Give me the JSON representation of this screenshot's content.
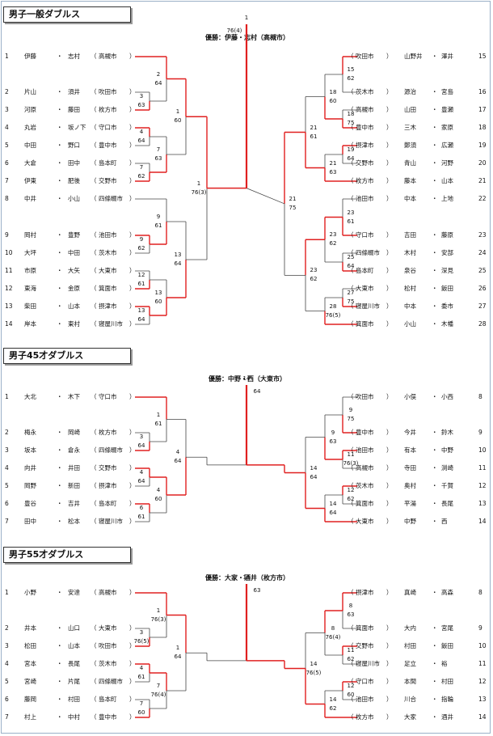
{
  "sections": [
    {
      "title": "男子一般ダブルス",
      "champion": "優勝：伊藤・志村（高槻市）",
      "left": [
        {
          "no": "1",
          "p1": "伊藤",
          "p2": "志村",
          "club": "高槻市"
        },
        {
          "no": "2",
          "p1": "片山",
          "p2": "須井",
          "club": "吹田市"
        },
        {
          "no": "3",
          "p1": "河原",
          "p2": "藤田",
          "club": "枚方市"
        },
        {
          "no": "4",
          "p1": "丸岩",
          "p2": "坂ノ下",
          "club": "守口市"
        },
        {
          "no": "5",
          "p1": "中田",
          "p2": "野口",
          "club": "豊中市"
        },
        {
          "no": "6",
          "p1": "大倉",
          "p2": "田中",
          "club": "島本町"
        },
        {
          "no": "7",
          "p1": "伊東",
          "p2": "肥後",
          "club": "交野市"
        },
        {
          "no": "8",
          "p1": "中井",
          "p2": "小山",
          "club": "四條畷市"
        },
        {
          "no": "9",
          "p1": "岡村",
          "p2": "豊野",
          "club": "池田市"
        },
        {
          "no": "10",
          "p1": "大坪",
          "p2": "中田",
          "club": "茨木市"
        },
        {
          "no": "11",
          "p1": "市原",
          "p2": "大矢",
          "club": "大東市"
        },
        {
          "no": "12",
          "p1": "東海",
          "p2": "金原",
          "club": "箕面市"
        },
        {
          "no": "13",
          "p1": "柴田",
          "p2": "山本",
          "club": "摂津市"
        },
        {
          "no": "14",
          "p1": "岸本",
          "p2": "東村",
          "club": "寝屋川市"
        }
      ],
      "right": [
        {
          "no": "15",
          "p1": "山野井",
          "p2": "澤井",
          "club": "吹田市"
        },
        {
          "no": "16",
          "p1": "源治",
          "p2": "宮島",
          "club": "茨木市"
        },
        {
          "no": "17",
          "p1": "山田",
          "p2": "豊瀬",
          "club": "高槻市"
        },
        {
          "no": "18",
          "p1": "三木",
          "p2": "家原",
          "club": "豊中市"
        },
        {
          "no": "19",
          "p1": "鄭須",
          "p2": "広瀬",
          "club": "摂津市"
        },
        {
          "no": "20",
          "p1": "青山",
          "p2": "河野",
          "club": "交野市"
        },
        {
          "no": "21",
          "p1": "藤本",
          "p2": "山本",
          "club": "枚方市"
        },
        {
          "no": "22",
          "p1": "中本",
          "p2": "上地",
          "club": "池田市"
        },
        {
          "no": "23",
          "p1": "吉田",
          "p2": "藤原",
          "club": "守口市"
        },
        {
          "no": "24",
          "p1": "木村",
          "p2": "安部",
          "club": "四條畷市"
        },
        {
          "no": "25",
          "p1": "泉谷",
          "p2": "深見",
          "club": "島本町"
        },
        {
          "no": "26",
          "p1": "松村",
          "p2": "飯田",
          "club": "大東市"
        },
        {
          "no": "27",
          "p1": "中本",
          "p2": "委市",
          "club": "寝屋川市"
        },
        {
          "no": "28",
          "p1": "小山",
          "p2": "木幡",
          "club": "箕面市"
        }
      ],
      "matches": [
        {
          "w": "3",
          "s": "63"
        },
        {
          "w": "4",
          "s": "64"
        },
        {
          "w": "7",
          "s": "62"
        },
        {
          "w": "2",
          "s": "64"
        },
        {
          "w": "7",
          "s": "63"
        },
        {
          "w": "1",
          "s": "60"
        },
        {
          "w": "9",
          "s": "62"
        },
        {
          "w": "12",
          "s": "61"
        },
        {
          "w": "13",
          "s": "64"
        },
        {
          "w": "9",
          "s": "61"
        },
        {
          "w": "13",
          "s": "60"
        },
        {
          "w": "13",
          "s": "64"
        },
        {
          "w": "1",
          "s": "76(3)"
        },
        {
          "w": "15",
          "s": "62"
        },
        {
          "w": "18",
          "s": "75"
        },
        {
          "w": "19",
          "s": "64"
        },
        {
          "w": "18",
          "s": "60"
        },
        {
          "w": "21",
          "s": "63"
        },
        {
          "w": "21",
          "s": "61"
        },
        {
          "w": "23",
          "s": "61"
        },
        {
          "w": "25",
          "s": "64"
        },
        {
          "w": "27",
          "s": "75"
        },
        {
          "w": "23",
          "s": "62"
        },
        {
          "w": "28",
          "s": "76(5)"
        },
        {
          "w": "23",
          "s": "62"
        },
        {
          "w": "21",
          "s": "75"
        },
        {
          "w": "1",
          "s": "76(4)"
        }
      ]
    },
    {
      "title": "男子45才ダブルス",
      "champion": "優勝：中野・西（大東市）",
      "left": [
        {
          "no": "1",
          "p1": "大北",
          "p2": "木下",
          "club": "守口市"
        },
        {
          "no": "2",
          "p1": "梅永",
          "p2": "岡崎",
          "club": "枚方市"
        },
        {
          "no": "3",
          "p1": "坂本",
          "p2": "倉永",
          "club": "四條畷市"
        },
        {
          "no": "4",
          "p1": "向井",
          "p2": "井田",
          "club": "交野市"
        },
        {
          "no": "5",
          "p1": "岡野",
          "p2": "新田",
          "club": "摂津市"
        },
        {
          "no": "6",
          "p1": "豊谷",
          "p2": "吉井",
          "club": "島本町"
        },
        {
          "no": "7",
          "p1": "田中",
          "p2": "松本",
          "club": "寝屋川市"
        }
      ],
      "right": [
        {
          "no": "8",
          "p1": "小俣",
          "p2": "小西",
          "club": "吹田市"
        },
        {
          "no": "9",
          "p1": "今井",
          "p2": "鈴木",
          "club": "豊中市"
        },
        {
          "no": "10",
          "p1": "有本",
          "p2": "中野",
          "club": "池田市"
        },
        {
          "no": "11",
          "p1": "寺田",
          "p2": "渕崎",
          "club": "高槻市"
        },
        {
          "no": "12",
          "p1": "奥村",
          "p2": "千賀",
          "club": "茨木市"
        },
        {
          "no": "13",
          "p1": "平湯",
          "p2": "長尾",
          "club": "箕面市"
        },
        {
          "no": "14",
          "p1": "中野",
          "p2": "西",
          "club": "大東市"
        }
      ],
      "matches": [
        {
          "w": "3",
          "s": "64"
        },
        {
          "w": "4",
          "s": "64"
        },
        {
          "w": "6",
          "s": "61"
        },
        {
          "w": "1",
          "s": "61"
        },
        {
          "w": "4",
          "s": "60"
        },
        {
          "w": "4",
          "s": "64"
        },
        {
          "w": "9",
          "s": "75"
        },
        {
          "w": "11",
          "s": "76(3)"
        },
        {
          "w": "12",
          "s": "62"
        },
        {
          "w": "9",
          "s": "63"
        },
        {
          "w": "14",
          "s": "64"
        },
        {
          "w": "14",
          "s": "64"
        },
        {
          "w": "14",
          "s": "64"
        }
      ]
    },
    {
      "title": "男子55才ダブルス",
      "champion": "優勝：大家・酒井（枚方市）",
      "left": [
        {
          "no": "1",
          "p1": "小野",
          "p2": "安達",
          "club": "高槻市"
        },
        {
          "no": "2",
          "p1": "井本",
          "p2": "山口",
          "club": "大東市"
        },
        {
          "no": "3",
          "p1": "松田",
          "p2": "山本",
          "club": "吹田市"
        },
        {
          "no": "4",
          "p1": "宮本",
          "p2": "長尾",
          "club": "茨木市"
        },
        {
          "no": "5",
          "p1": "宮崎",
          "p2": "片尾",
          "club": "四條畷市"
        },
        {
          "no": "6",
          "p1": "藤岡",
          "p2": "村田",
          "club": "島本町"
        },
        {
          "no": "7",
          "p1": "村上",
          "p2": "中村",
          "club": "豊中市"
        }
      ],
      "right": [
        {
          "no": "8",
          "p1": "真崎",
          "p2": "高森",
          "club": "摂津市"
        },
        {
          "no": "9",
          "p1": "大内",
          "p2": "宮尾",
          "club": "箕面市"
        },
        {
          "no": "10",
          "p1": "村田",
          "p2": "飯田",
          "club": "交野市"
        },
        {
          "no": "11",
          "p1": "足立",
          "p2": "裕",
          "club": "寝屋川市"
        },
        {
          "no": "12",
          "p1": "本間",
          "p2": "村田",
          "club": "守口市"
        },
        {
          "no": "13",
          "p1": "川合",
          "p2": "指輪",
          "club": "池田市"
        },
        {
          "no": "14",
          "p1": "大家",
          "p2": "酒井",
          "club": "枚方市"
        }
      ],
      "matches": [
        {
          "w": "3",
          "s": "76(5)"
        },
        {
          "w": "4",
          "s": "61"
        },
        {
          "w": "7",
          "s": "60"
        },
        {
          "w": "1",
          "s": "76(3)"
        },
        {
          "w": "7",
          "s": "76(4)"
        },
        {
          "w": "1",
          "s": "64"
        },
        {
          "w": "8",
          "s": "63"
        },
        {
          "w": "11",
          "s": "62"
        },
        {
          "w": "12",
          "s": "60"
        },
        {
          "w": "8",
          "s": "76(4)"
        },
        {
          "w": "14",
          "s": "62"
        },
        {
          "w": "14",
          "s": "76(5)"
        },
        {
          "w": "14",
          "s": "63"
        }
      ]
    }
  ],
  "colors": {
    "winner": "#e02020",
    "loser": "#444444"
  }
}
